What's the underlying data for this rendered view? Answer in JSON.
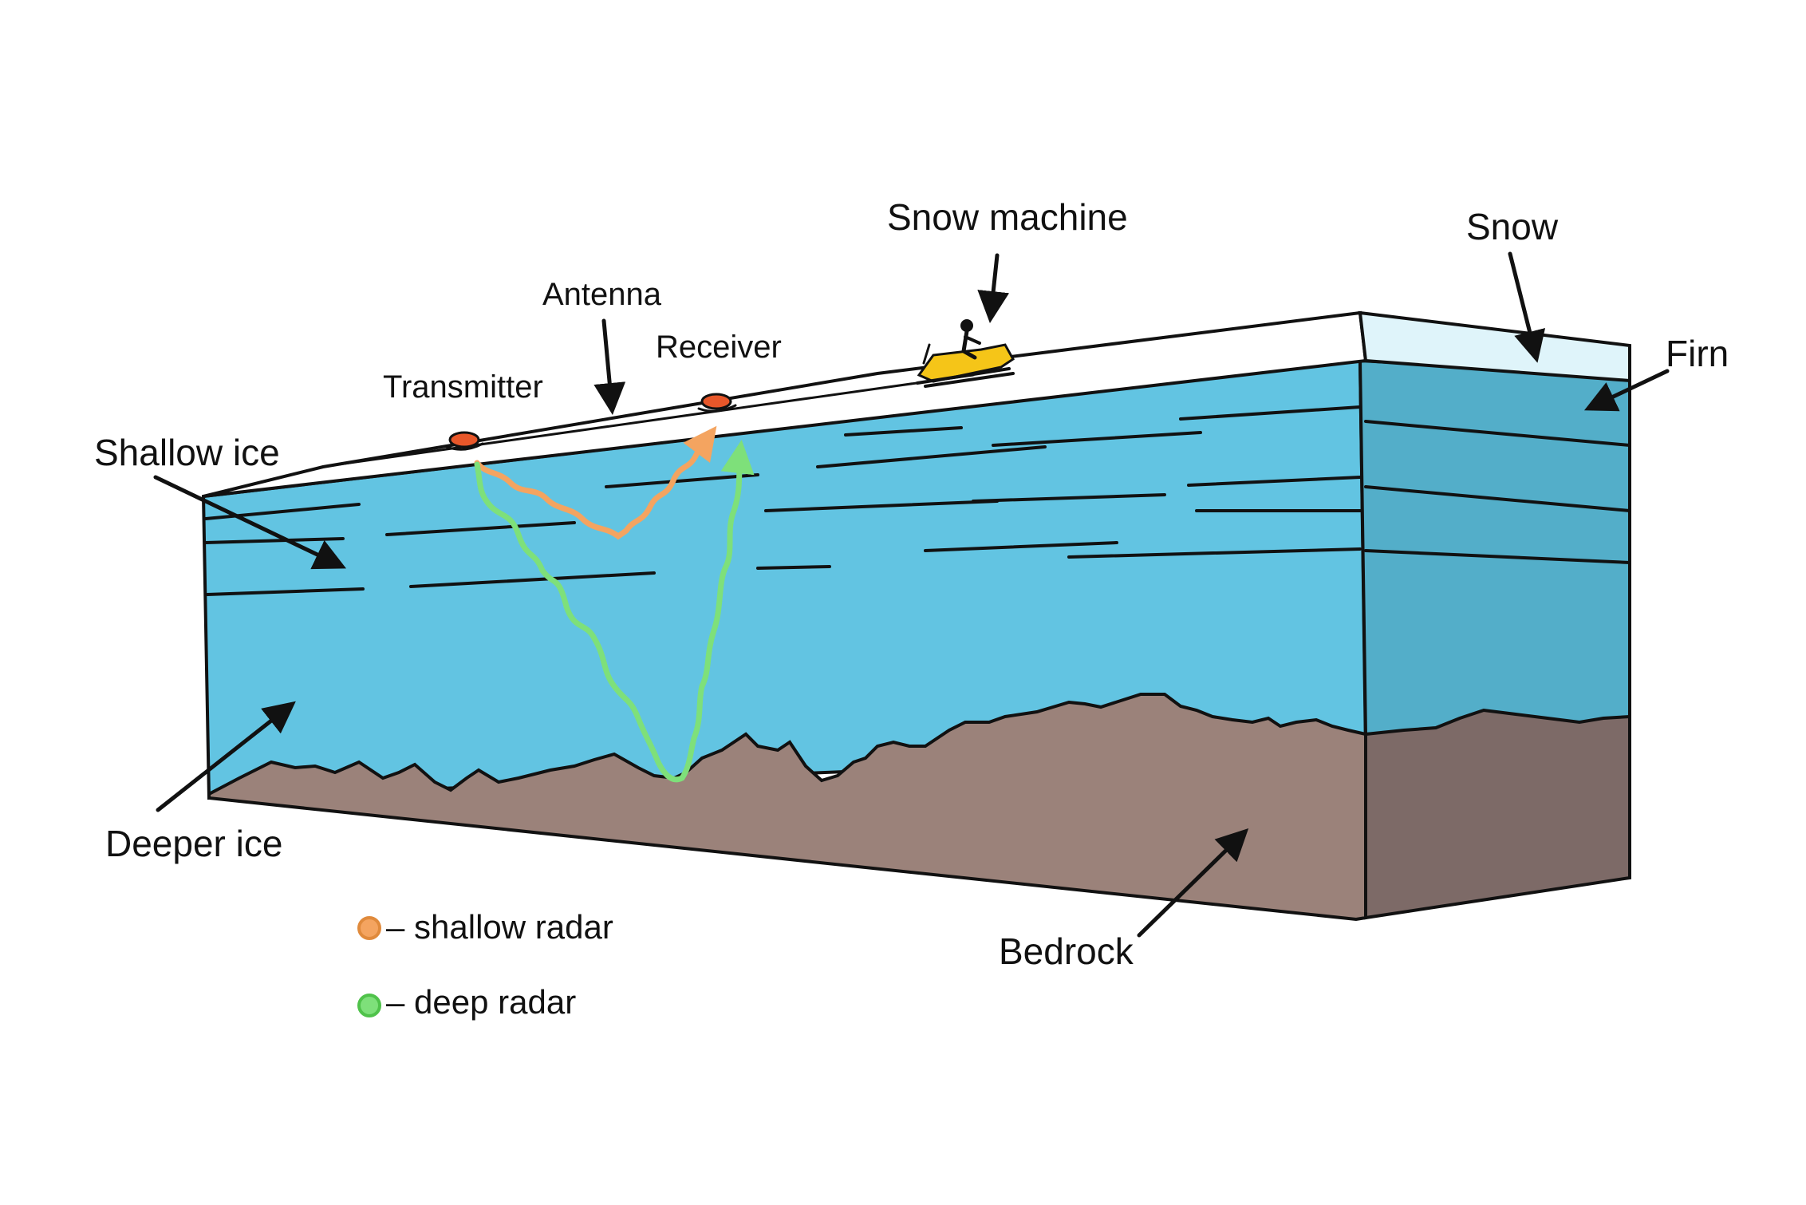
{
  "labels": {
    "snow_machine": "Snow machine",
    "snow": "Snow",
    "firn": "Firn",
    "antenna": "Antenna",
    "receiver": "Receiver",
    "transmitter": "Transmitter",
    "shallow_ice": "Shallow ice",
    "deeper_ice": "Deeper ice",
    "bedrock": "Bedrock"
  },
  "legend": [
    {
      "text": "– shallow radar",
      "color": "#f4a460"
    },
    {
      "text": "– deep radar",
      "color": "#7ee07a"
    }
  ],
  "colors": {
    "ice_front": "#62c4e2",
    "ice_side": "#53aec9",
    "snow_top": "#dff4fa",
    "bedrock_front": "#9b827a",
    "bedrock_side": "#7d6a67",
    "shallow_radar": "#f4a460",
    "deep_radar": "#7ee07a",
    "snow_machine": "#f5c518",
    "sled": "#e8572a"
  },
  "icons": {
    "snow_machine": "snowmobile-icon",
    "transmitter": "sled-icon",
    "receiver": "sled-icon"
  }
}
